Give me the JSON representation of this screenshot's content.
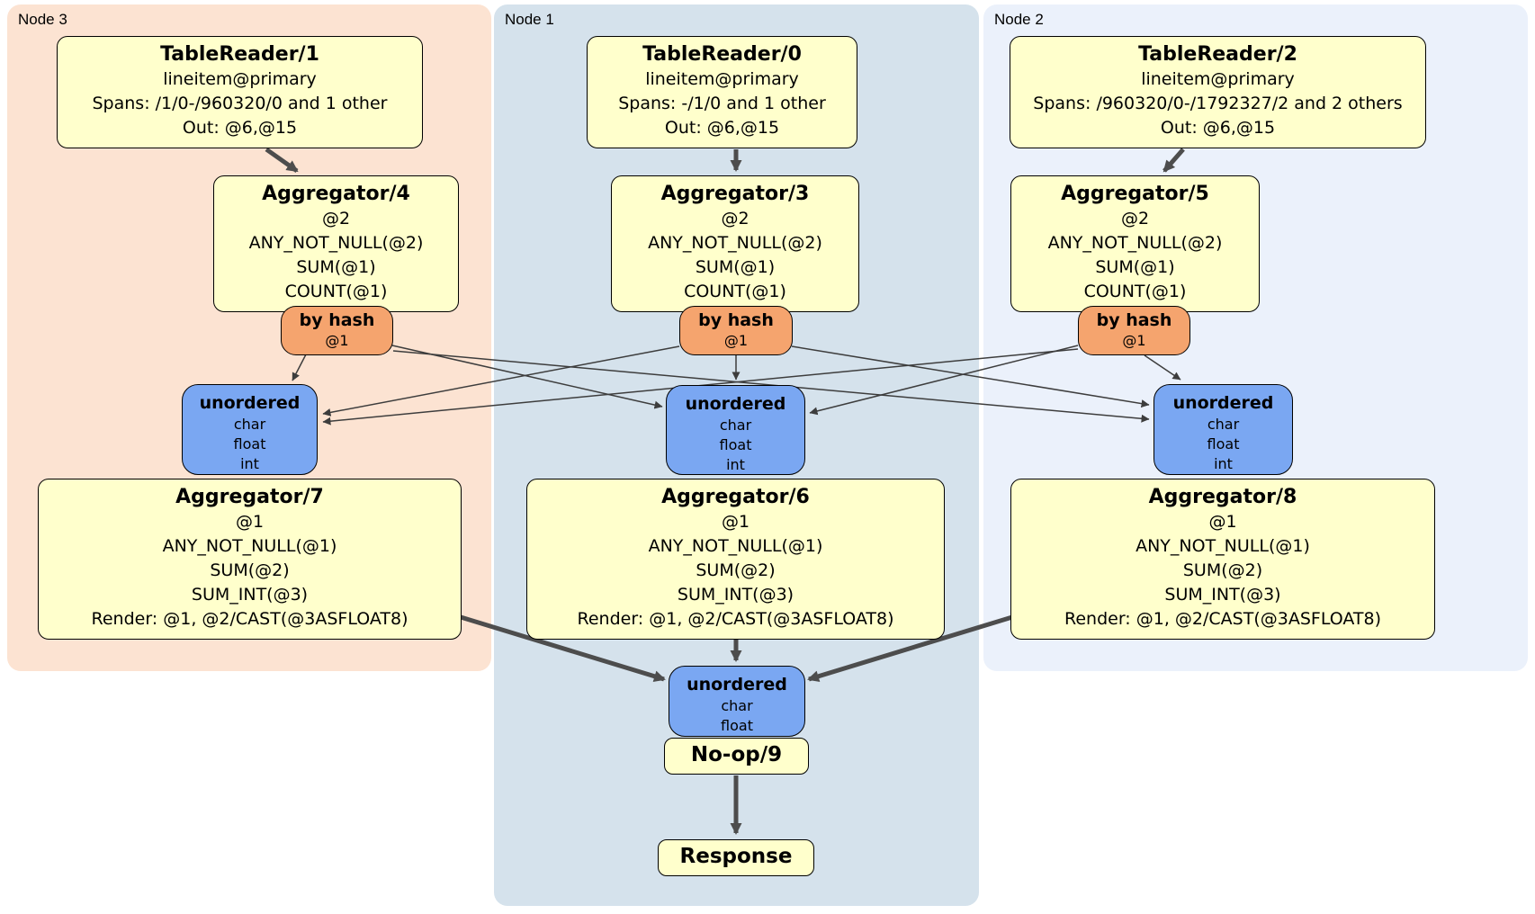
{
  "colors": {
    "node3_bg": "#FCE3D2",
    "node1_bg": "#D5E2EC",
    "node2_bg": "#EBF1FB",
    "proc_fill": "#FFFFCC",
    "router_fill": "#F5A46E",
    "sync_fill": "#7AA7F2",
    "edge_thin": "#3D3D3D",
    "edge_thick": "#4D4D4D"
  },
  "regions": [
    {
      "label": "Node 3"
    },
    {
      "label": "Node 1"
    },
    {
      "label": "Node 2"
    }
  ],
  "processors": {
    "tr1": {
      "title": "TableReader/1",
      "lines": [
        "lineitem@primary",
        "Spans: /1/0-/960320/0 and 1 other",
        "Out: @6,@15"
      ]
    },
    "tr0": {
      "title": "TableReader/0",
      "lines": [
        "lineitem@primary",
        "Spans: -/1/0 and 1 other",
        "Out: @6,@15"
      ]
    },
    "tr2": {
      "title": "TableReader/2",
      "lines": [
        "lineitem@primary",
        "Spans: /960320/0-/1792327/2 and 2 others",
        "Out: @6,@15"
      ]
    },
    "agg4": {
      "title": "Aggregator/4",
      "lines": [
        "@2",
        "ANY_NOT_NULL(@2)",
        "SUM(@1)",
        "COUNT(@1)"
      ]
    },
    "agg3": {
      "title": "Aggregator/3",
      "lines": [
        "@2",
        "ANY_NOT_NULL(@2)",
        "SUM(@1)",
        "COUNT(@1)"
      ]
    },
    "agg5": {
      "title": "Aggregator/5",
      "lines": [
        "@2",
        "ANY_NOT_NULL(@2)",
        "SUM(@1)",
        "COUNT(@1)"
      ]
    },
    "agg7": {
      "title": "Aggregator/7",
      "lines": [
        "@1",
        "ANY_NOT_NULL(@1)",
        "SUM(@2)",
        "SUM_INT(@3)",
        "Render: @1, @2/CAST(@3ASFLOAT8)"
      ]
    },
    "agg6": {
      "title": "Aggregator/6",
      "lines": [
        "@1",
        "ANY_NOT_NULL(@1)",
        "SUM(@2)",
        "SUM_INT(@3)",
        "Render: @1, @2/CAST(@3ASFLOAT8)"
      ]
    },
    "agg8": {
      "title": "Aggregator/8",
      "lines": [
        "@1",
        "ANY_NOT_NULL(@1)",
        "SUM(@2)",
        "SUM_INT(@3)",
        "Render: @1, @2/CAST(@3ASFLOAT8)"
      ]
    },
    "noop": {
      "title": "No-op/9"
    },
    "response": {
      "title": "Response"
    }
  },
  "routers": {
    "node3": {
      "title": "by hash",
      "detail": "@1"
    },
    "node1": {
      "title": "by hash",
      "detail": "@1"
    },
    "node2": {
      "title": "by hash",
      "detail": "@1"
    }
  },
  "syncs": {
    "node3": {
      "title": "unordered",
      "types": [
        "char",
        "float",
        "int"
      ]
    },
    "node1": {
      "title": "unordered",
      "types": [
        "char",
        "float",
        "int"
      ]
    },
    "node2": {
      "title": "unordered",
      "types": [
        "char",
        "float",
        "int"
      ]
    },
    "final": {
      "title": "unordered",
      "types": [
        "char",
        "float"
      ]
    }
  }
}
